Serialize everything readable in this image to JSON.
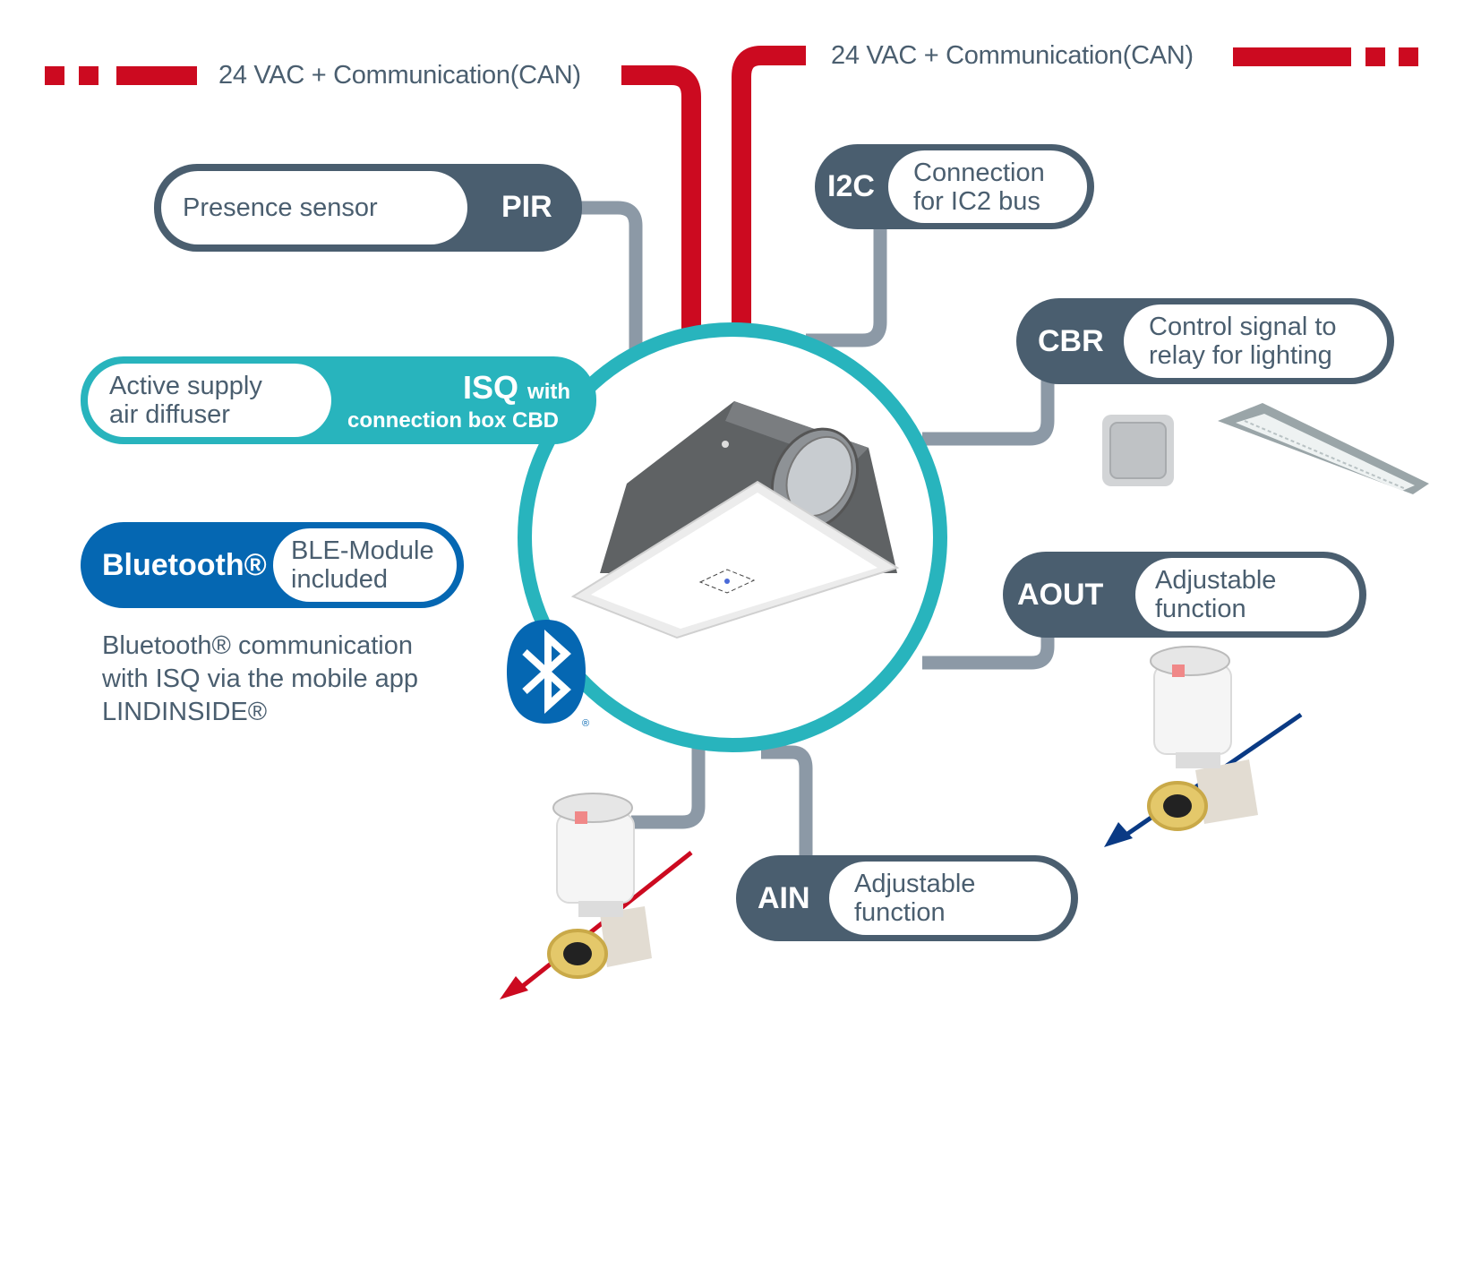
{
  "colors": {
    "can_bus": "#cc0a20",
    "signal_wire": "#8c99a6",
    "badge_dark": "#4a5e6f",
    "badge_teal": "#28b4bd",
    "badge_blue": "#0567b2",
    "flow_hot": "#cc0a20",
    "flow_cold": "#0a3a84"
  },
  "power_lines": {
    "left_label": "24 VAC + Communication(CAN)",
    "right_label": "24 VAC + Communication(CAN)"
  },
  "badges": {
    "pir": {
      "code": "PIR",
      "description": "Presence sensor"
    },
    "i2c": {
      "code": "I2C",
      "description": "Connection\nfor IC2 bus"
    },
    "isq": {
      "code": "ISQ",
      "code_suffix": "with",
      "code_line2": "connection box CBD",
      "description": "Active supply\nair diffuser"
    },
    "cbr": {
      "code": "CBR",
      "description": "Control signal to\nrelay for lighting"
    },
    "bluetooth": {
      "code": "Bluetooth®",
      "description": "BLE-Module\nincluded"
    },
    "aout": {
      "code": "AOUT",
      "description": "Adjustable\nfunction"
    },
    "ain": {
      "code": "AIN",
      "description": "Adjustable\nfunction"
    }
  },
  "bluetooth_note": {
    "lines": [
      "Bluetooth® communication",
      "with ISQ via the mobile app",
      "LINDINSIDE®"
    ]
  },
  "icons": {
    "center_device": "ceiling-diffuser-icon",
    "bluetooth_logo": "bluetooth-icon",
    "light_switch": "light-switch-icon",
    "luminaire": "luminaire-icon",
    "valve_left": "thermal-actuator-valve-icon",
    "valve_right": "thermal-actuator-valve-icon"
  },
  "registered_mark": "®"
}
